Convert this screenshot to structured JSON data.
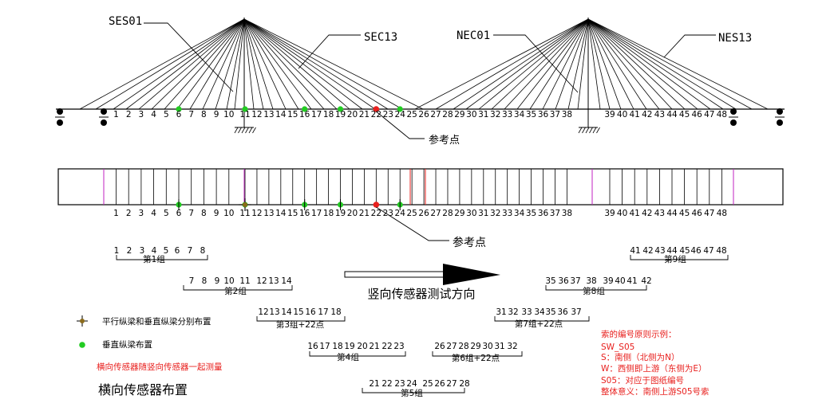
{
  "cable_labels": [
    "SES01",
    "SEC13",
    "NEC01",
    "NES13"
  ],
  "reference_label": "参考点",
  "nodes": [
    "1",
    "2",
    "3",
    "4",
    "5",
    "6",
    "7",
    "8",
    "9",
    "10",
    "11",
    "12",
    "13",
    "14",
    "15",
    "16",
    "17",
    "18",
    "19",
    "20",
    "21",
    "22",
    "23",
    "24",
    "25",
    "26",
    "27",
    "28",
    "29",
    "30",
    "31",
    "32",
    "33",
    "34",
    "35",
    "36",
    "37",
    "38",
    "39",
    "40",
    "41",
    "42",
    "43",
    "44",
    "45",
    "46",
    "47",
    "48"
  ],
  "vertical_sensor_nodes": [
    "6",
    "11",
    "16",
    "19",
    "24"
  ],
  "reference_node": "22",
  "parallel_sensor_node": "11",
  "direction_label": "竖向传感器测试方向",
  "groups": [
    {
      "label": "第1组",
      "nodes": [
        "1",
        "2",
        "3",
        "4",
        "5",
        "6",
        "7",
        "8"
      ]
    },
    {
      "label": "第2组",
      "nodes": [
        "7",
        "8",
        "9",
        "10",
        "11",
        "12",
        "13",
        "14"
      ]
    },
    {
      "label": "第3组+22点",
      "nodes": [
        "12",
        "13",
        "14",
        "15",
        "16",
        "17",
        "18"
      ]
    },
    {
      "label": "第4组",
      "nodes": [
        "16",
        "17",
        "18",
        "19",
        "20",
        "21",
        "22",
        "23"
      ]
    },
    {
      "label": "第5组",
      "nodes": [
        "21",
        "22",
        "23",
        "24",
        "25",
        "26",
        "27",
        "28"
      ]
    },
    {
      "label": "第6组+22点",
      "nodes": [
        "26",
        "27",
        "28",
        "29",
        "30",
        "31",
        "32"
      ]
    },
    {
      "label": "第7组+22点",
      "nodes": [
        "31",
        "32",
        "33",
        "34",
        "35",
        "36",
        "37"
      ]
    },
    {
      "label": "第8组",
      "nodes": [
        "35",
        "36",
        "37",
        "38",
        "39",
        "40",
        "41",
        "42"
      ]
    },
    {
      "label": "第9组",
      "nodes": [
        "41",
        "42",
        "43",
        "44",
        "45",
        "46",
        "47",
        "48"
      ]
    }
  ],
  "legend": {
    "parallel_label": "平行纵梁和垂直纵梁分别布置",
    "vertical_label": "垂直纵梁布置",
    "note": "横向传感器随竖向传感器一起测量",
    "title": "横向传感器布置"
  },
  "naming_rules": {
    "lines": [
      "索的编号原则示例：",
      "SW_S05",
      "S：南侧（北侧为N）",
      "W：西侧即上游（东侧为E）",
      "S05：对应于图纸编号",
      "整体意义：南侧上游S05号索"
    ]
  },
  "colors": {
    "sensor_green": "#22cc22",
    "reference_red": "#e8201e",
    "diaphragm_magenta": "#c020c0",
    "text_red": "#e8201e"
  }
}
